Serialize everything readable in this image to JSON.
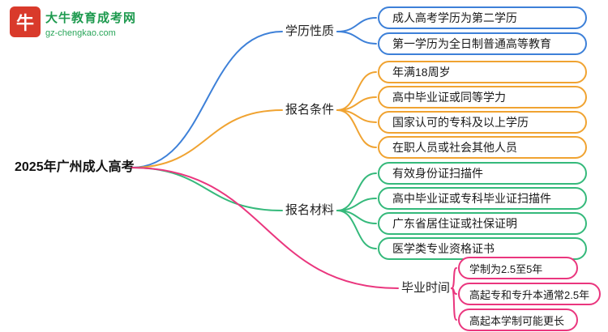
{
  "brand": {
    "logo_icon": "牛",
    "name": "大牛教育成考网",
    "url": "gz-chengkao.com",
    "colors": {
      "icon_bg": "#d93a2b",
      "name_text": "#1e9a4f",
      "url_text": "#2aa65a"
    }
  },
  "root": {
    "label": "2025年广州成人高考"
  },
  "palette": {
    "degree_nature": "#3d80d8",
    "registration_conditions": "#f0a331",
    "registration_materials": "#35b97b",
    "graduation_time": "#ea367e"
  },
  "branches": [
    {
      "label": "学历性质",
      "color": "#3d80d8",
      "leaves": [
        "成人高考学历为第二学历",
        "第一学历为全日制普通高等教育"
      ]
    },
    {
      "label": "报名条件",
      "color": "#f0a331",
      "leaves": [
        "年满18周岁",
        "高中毕业证或同等学力",
        "国家认可的专科及以上学历",
        "在职人员或社会其他人员"
      ]
    },
    {
      "label": "报名材料",
      "color": "#35b97b",
      "leaves": [
        "有效身份证扫描件",
        "高中毕业证或专科毕业证扫描件",
        "广东省居住证或社保证明",
        "医学类专业资格证书"
      ]
    },
    {
      "label": "毕业时间",
      "color": "#ea367e",
      "leaves": [
        "学制为2.5至5年",
        "高起专和专升本通常2.5年",
        "高起本学制可能更长"
      ]
    }
  ]
}
